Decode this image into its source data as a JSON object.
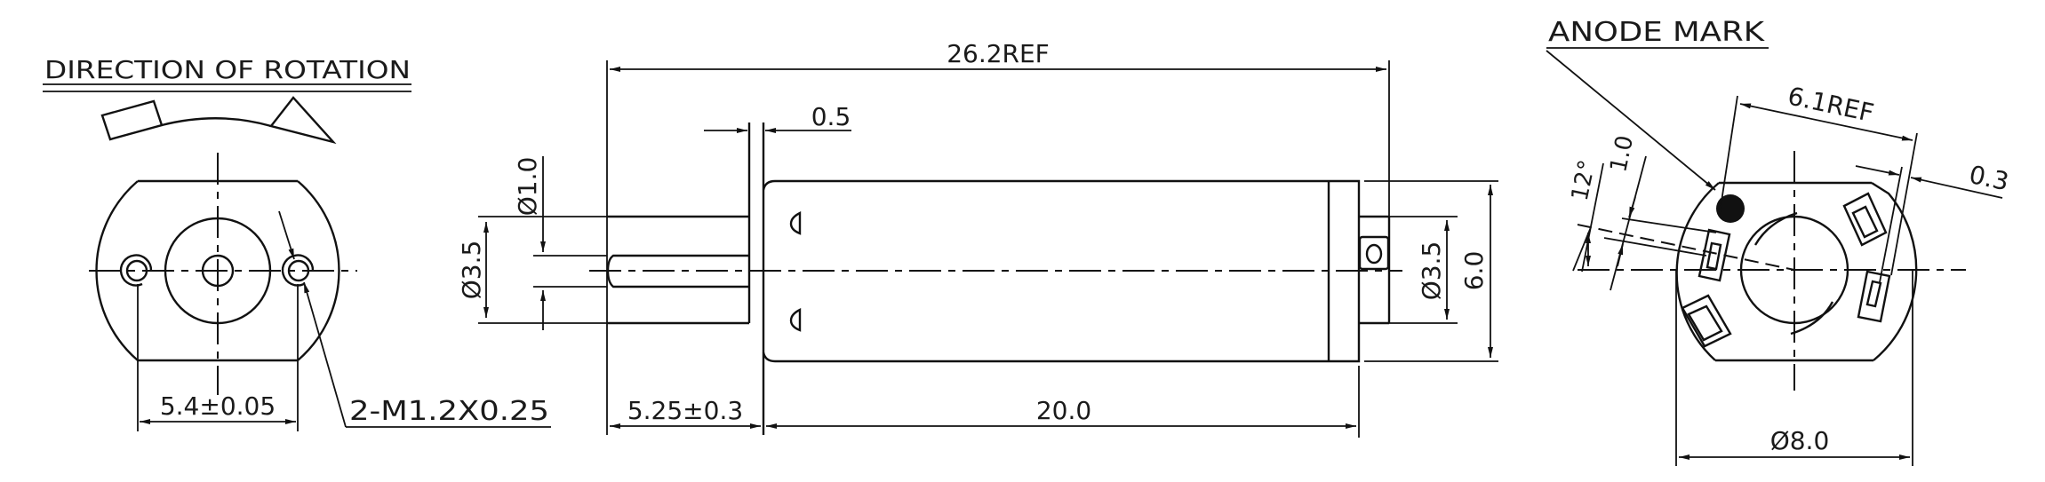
{
  "drawing": {
    "left_view": {
      "title": "DIRECTION OF ROTATION",
      "hole_spacing_dim": "5.4±0.05",
      "thread_callout": "2-M1.2X0.25"
    },
    "side_view": {
      "overall_length_dim": "26.2REF",
      "flange_thickness_dim": "0.5",
      "shaft_diameter_dim": "Ø1.0",
      "front_boss_diameter_dim": "Ø3.5",
      "shaft_length_dim": "5.25±0.3",
      "body_length_dim": "20.0",
      "rear_boss_diameter_dim": "Ø3.5",
      "body_diameter_dim": "6.0"
    },
    "right_view": {
      "title": "ANODE MARK",
      "terminal_span_dim": "6.1REF",
      "terminal_thickness_dim": "0.3",
      "terminal_angle_dim": "12°",
      "terminal_width_dim": "1.0",
      "outer_diameter_dim": "Ø8.0"
    },
    "colors": {
      "line": "#111111",
      "background": "#ffffff"
    }
  }
}
